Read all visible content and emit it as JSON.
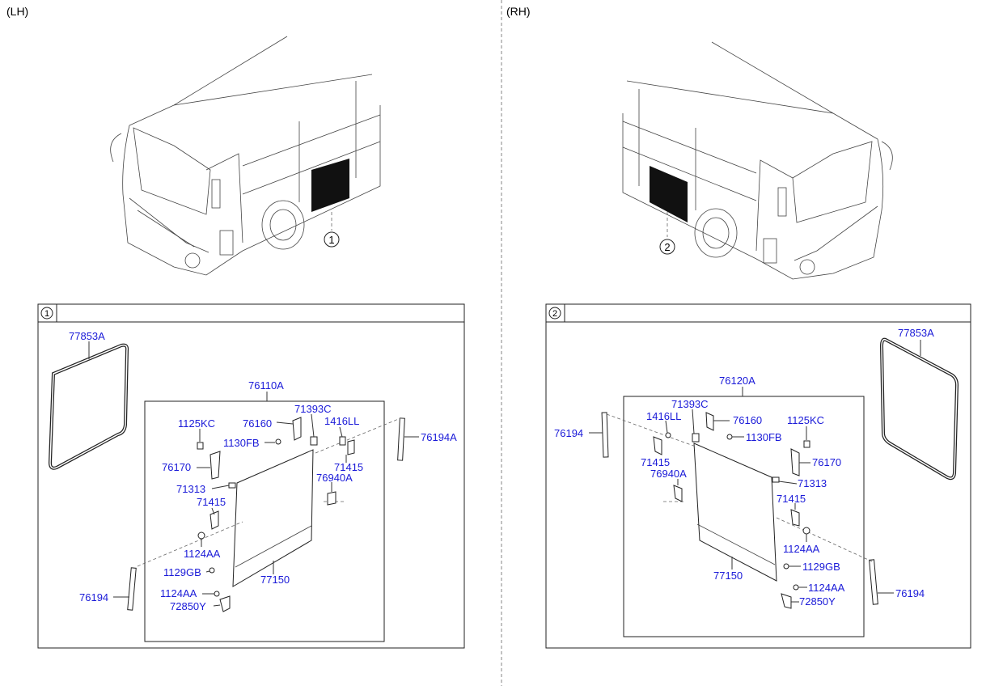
{
  "sides": {
    "left": "(LH)",
    "right": "(RH)"
  },
  "callouts": {
    "lh": "1",
    "rh": "2"
  },
  "lh_parts": {
    "seal": "77853A",
    "assembly": "76110A",
    "c71393": "71393C",
    "c76160": "76160",
    "c1416": "1416LL",
    "c1125": "1125KC",
    "c1130": "1130FB",
    "c76194a": "76194A",
    "c76170": "76170",
    "c71415a": "71415",
    "c76940": "76940A",
    "c71313": "71313",
    "c71415b": "71415",
    "c1124a": "1124AA",
    "c1129": "1129GB",
    "c77150": "77150",
    "c76194": "76194",
    "c1124b": "1124AA",
    "c72850": "72850Y"
  },
  "rh_parts": {
    "seal": "77853A",
    "assembly": "76120A",
    "c71393": "71393C",
    "c1416": "1416LL",
    "c76160": "76160",
    "c1125": "1125KC",
    "c76194": "76194",
    "c1130": "1130FB",
    "c71415a": "71415",
    "c76170": "76170",
    "c76940": "76940A",
    "c71313": "71313",
    "c71415b": "71415",
    "c1124a": "1124AA",
    "c1129": "1129GB",
    "c77150": "77150",
    "c1124b": "1124AA",
    "c76194b": "76194",
    "c72850": "72850Y"
  },
  "colors": {
    "part_number": "#1a1ad8",
    "line": "#333333",
    "window_fill": "#111111"
  }
}
